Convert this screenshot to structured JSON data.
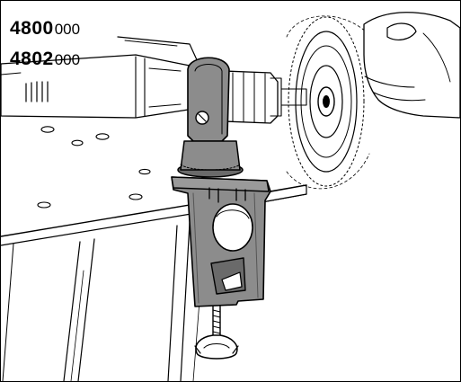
{
  "product_codes": [
    {
      "bold": "4800",
      "suffix": "000"
    },
    {
      "bold": "4802",
      "suffix": "000"
    }
  ],
  "illustration": {
    "icon": "vice-clamp-with-angle-grinder-illustration",
    "line_color": "#000000",
    "clamp_fill": "#8c8c8c",
    "clamp_shadow": "#6a6a6a"
  }
}
